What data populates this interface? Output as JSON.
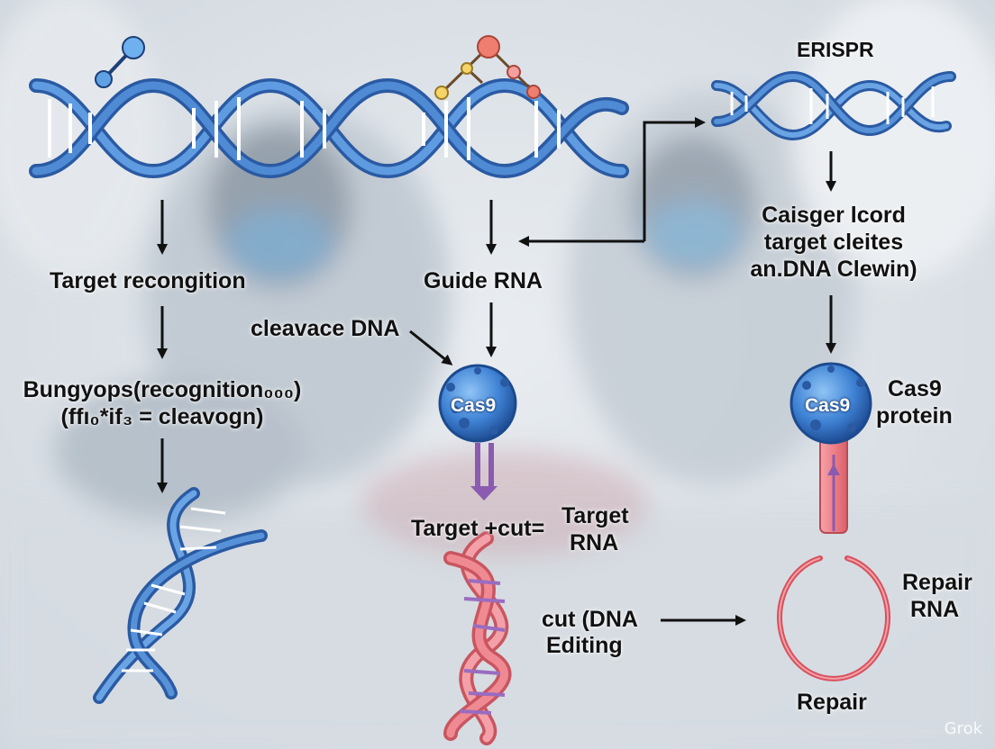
{
  "labels": {
    "crispr_title": "ERISPR",
    "target_recognition": "Target recongition",
    "guide_rna": "Guide RNA",
    "cleavage_dna": "cleavace DNA",
    "bungyops_line1": "Bungyops(recognition₀₀₀)",
    "bungyops_line2": "(ffı₀*if₃ = cleavogn)",
    "caisger_line1": "Caisger lcord",
    "caisger_line2": "target cleites",
    "caisger_line3": "an.DNA Clewin)",
    "cas9_left": "Cas9",
    "cas9_right": "Cas9",
    "cas9_protein_line1": "Cas9",
    "cas9_protein_line2": "protein",
    "target_cut": "Target +cut=",
    "target_rna_line1": "Target",
    "target_rna_line2": "RNA",
    "cut_dna_line1": "cut (DNA",
    "cut_dna_line2": "Editing",
    "repair_rna_line1": "Repair",
    "repair_rna_line2": "RNA",
    "repair": "Repair"
  },
  "watermark": "Grok",
  "colors": {
    "dna_blue": "#3d78c4",
    "dna_light": "#7fb0e6",
    "rna_pink": "#f08a92",
    "arrow_purple": "#8a5bb0"
  }
}
